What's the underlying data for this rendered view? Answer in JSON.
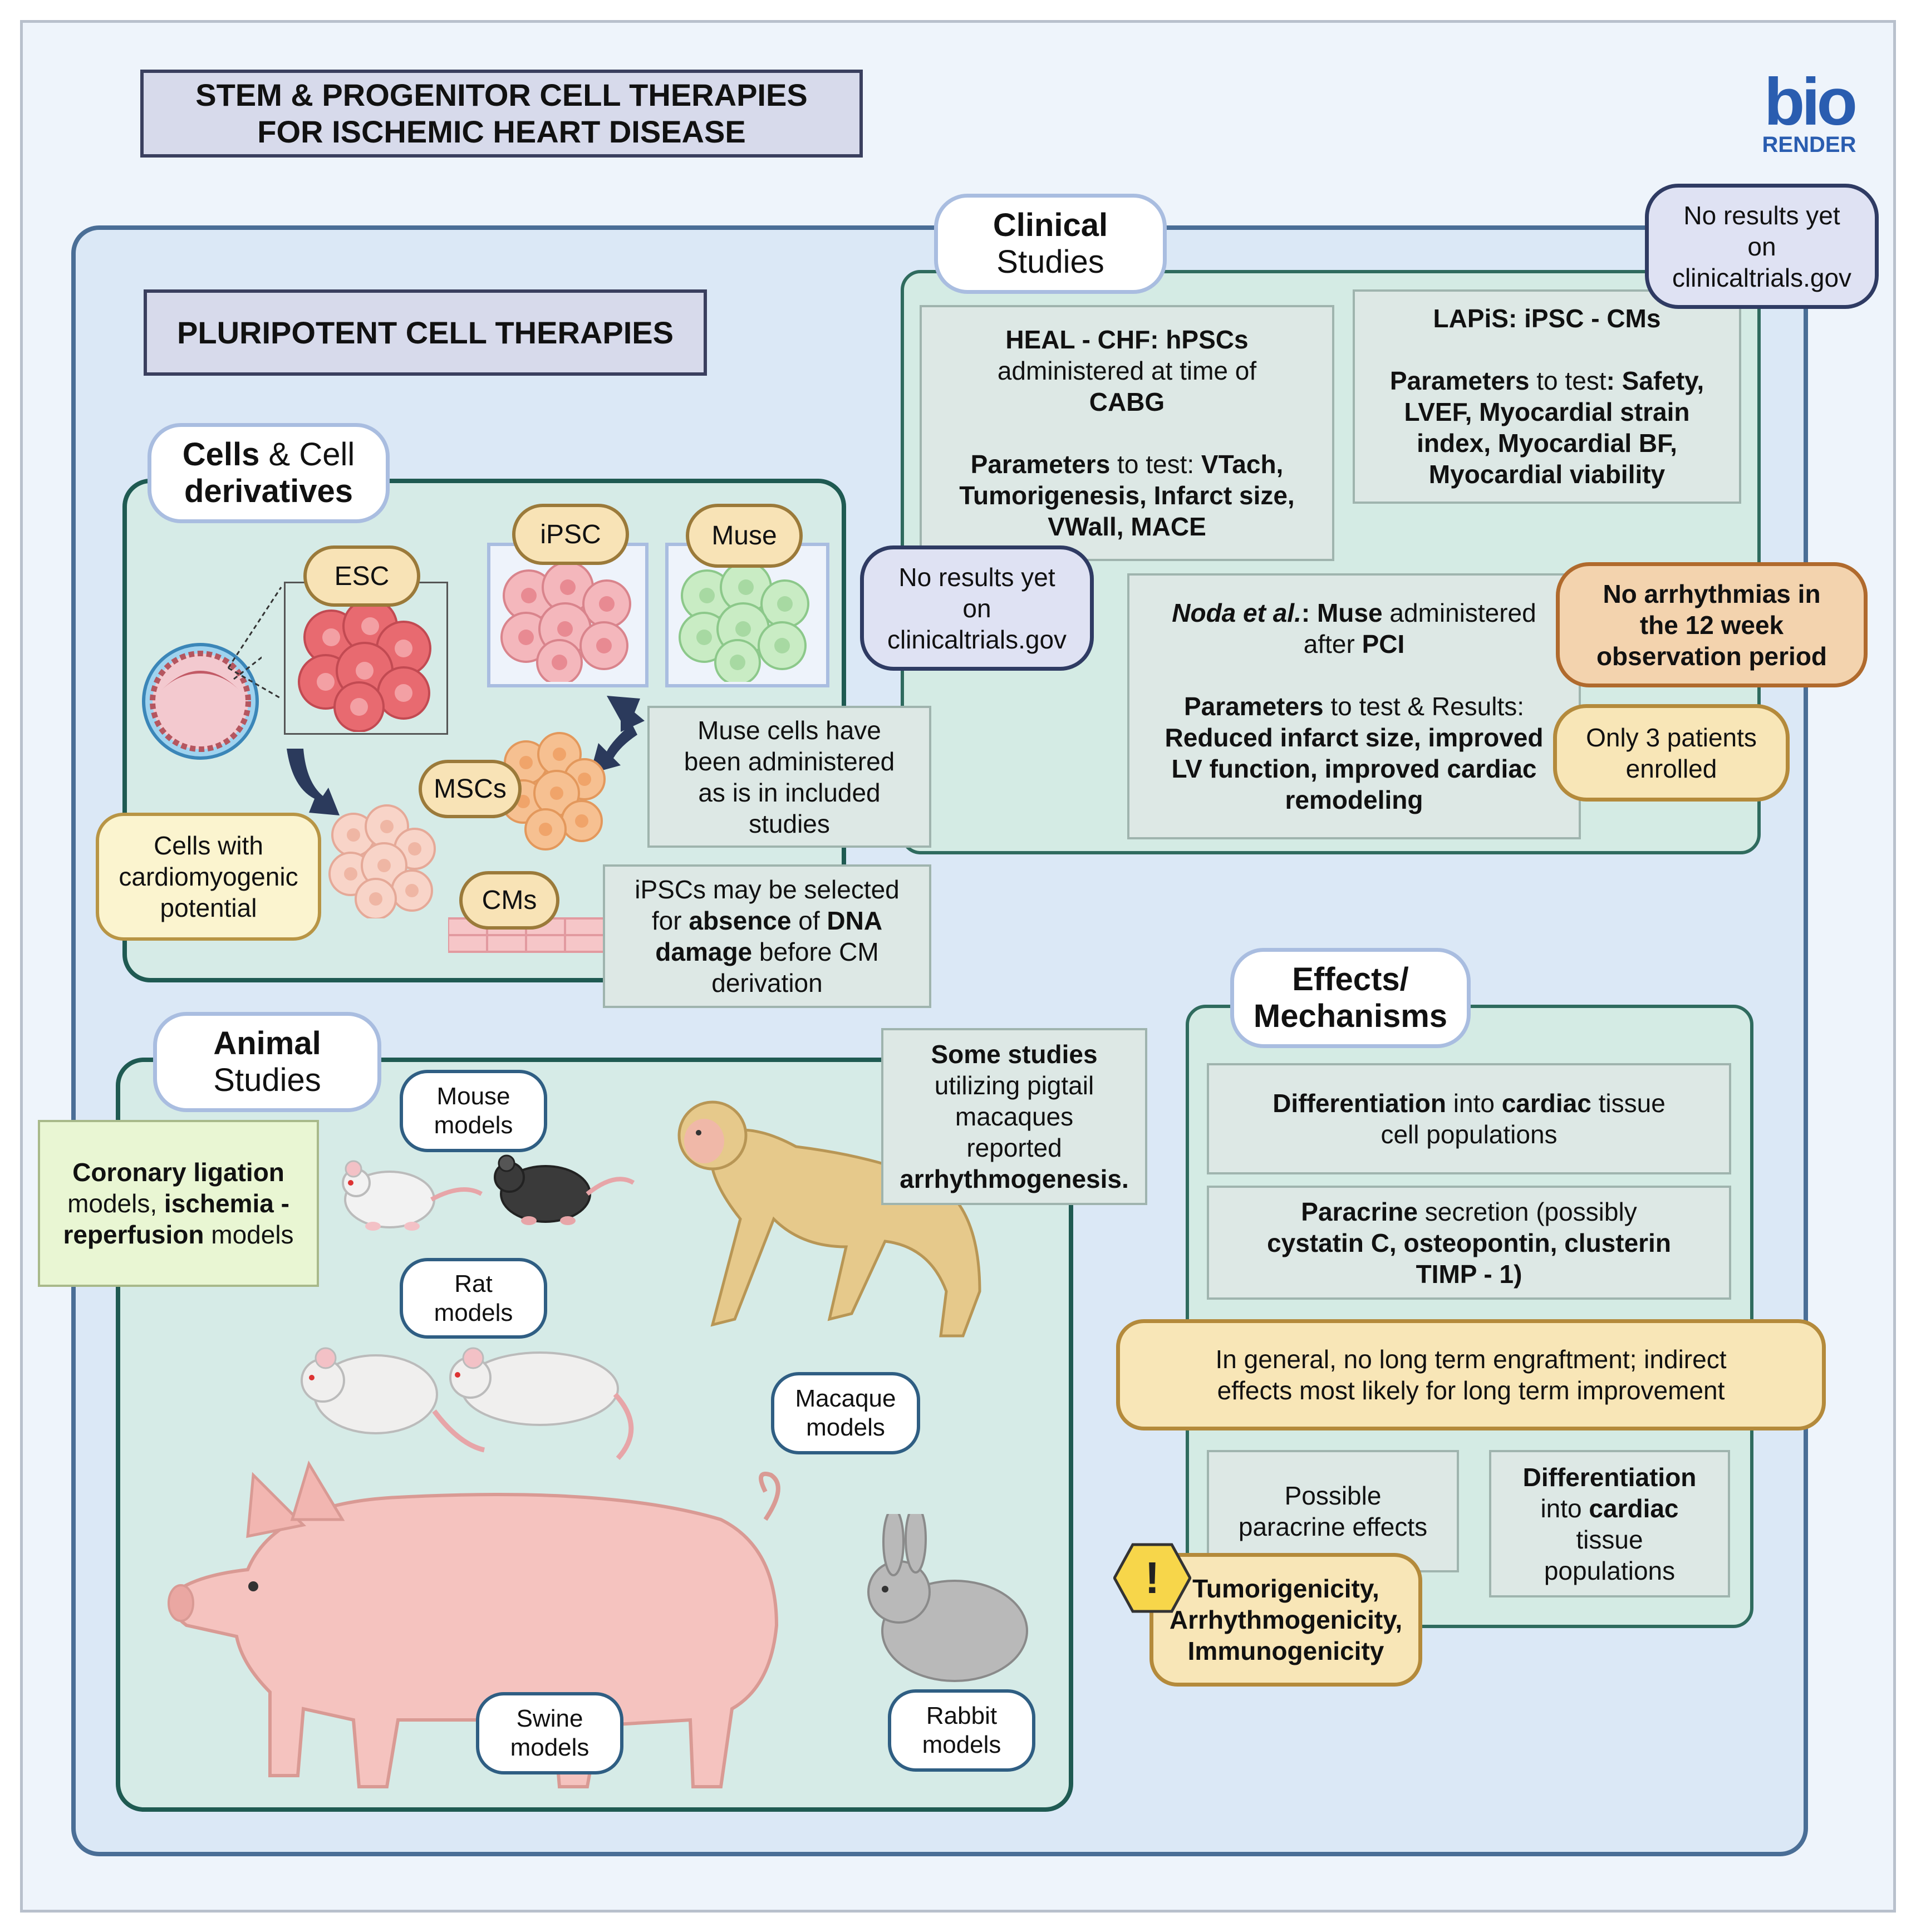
{
  "title": {
    "line1": "STEM & PROGENITOR CELL THERAPIES",
    "line2": "FOR ISCHEMIC HEART DISEASE"
  },
  "logo": {
    "mark": "bio",
    "word": "RENDER"
  },
  "pluripotent_title": "PLURIPOTENT CELL THERAPIES",
  "clinical_tab": {
    "line1": "Clinical",
    "line2": "Studies"
  },
  "no_results_1": {
    "l1": "No results yet",
    "l2": "on",
    "l3": "clinicaltrials.gov"
  },
  "no_results_2": {
    "l1": "No results yet",
    "l2": "on",
    "l3": "clinicaltrials.gov"
  },
  "heal": {
    "title": "HEAL - CHF: hPSCs",
    "l2": "administered at time of",
    "l3": "CABG",
    "p_b": "Parameters",
    "p_t": " to test: ",
    "p_v": "VTach,",
    "l5": "Tumorigenesis, Infarct size,",
    "l6": "VWall, MACE"
  },
  "lapis": {
    "title": "LAPiS: iPSC - CMs",
    "p_b": "Parameters",
    "p_t": " to test",
    "p_v": ": Safety,",
    "l3": "LVEF, Myocardial strain",
    "l4": "index, Myocardial BF,",
    "l5": "Myocardial viability"
  },
  "noda": {
    "author": "Noda et al.",
    "colon": ": ",
    "muse": "Muse",
    "l1_rest": " administered",
    "l2a": "after ",
    "l2b": "PCI",
    "p_b": "Parameters",
    "p_t": " to test & Results:",
    "r1": "Reduced infarct size, improved",
    "r2": "LV function, improved cardiac",
    "r3": "remodeling"
  },
  "no_arrhythmias": {
    "l1": "No arrhythmias in",
    "l2": "the 12 week",
    "l3": "observation period"
  },
  "only_3": {
    "l1": "Only 3 patients",
    "l2": "enrolled"
  },
  "cells_tab": {
    "b1": "Cells",
    "t1": " & Cell",
    "b2": "derivatives"
  },
  "cell_labels": {
    "esc": "ESC",
    "ipsc": "iPSC",
    "muse": "Muse",
    "mscs": "MSCs",
    "cms": "CMs"
  },
  "muse_note": {
    "l1": "Muse cells have",
    "l2": "been administered",
    "l3": "as is in included",
    "l4": "studies"
  },
  "ipsc_note": {
    "l1": "iPSCs may be selected",
    "l2a": "for ",
    "l2b": "absence",
    "l2c": " of ",
    "l2d": "DNA",
    "l3a": "damage",
    "l3b": " before CM",
    "l4": "derivation"
  },
  "cardio_note": {
    "l1": "Cells with",
    "l2": "cardiomyogenic",
    "l3": "potential"
  },
  "animal_tab": {
    "line1": "Animal",
    "line2": "Studies"
  },
  "coronary": {
    "b1": "Coronary ligation",
    "t2": "models, ",
    "b2": "ischemia -",
    "b3": "reperfusion",
    "t3": " models"
  },
  "macaque_note": {
    "b1": "Some studies",
    "l2": "utilizing pigtail",
    "l3": "macaques",
    "l4": "reported",
    "b5": "arrhythmogenesis."
  },
  "models": {
    "mouse": [
      "Mouse",
      "models"
    ],
    "rat": [
      "Rat",
      "models"
    ],
    "macaque": [
      "Macaque",
      "models"
    ],
    "swine": [
      "Swine",
      "models"
    ],
    "rabbit": [
      "Rabbit",
      "models"
    ]
  },
  "effects_tab": {
    "line1": "Effects/",
    "line2": "Mechanisms"
  },
  "eff1": {
    "b1": "Differentiation",
    "t1": " into ",
    "b2": "cardiac",
    "t2": " tissue",
    "l2": "cell populations"
  },
  "eff2": {
    "b1": "Paracrine",
    "t1": " secretion (possibly",
    "b2": "cystatin C, osteopontin, clusterin",
    "b3": "TIMP - 1)"
  },
  "engraftment": {
    "l1": "In general, no long term engraftment; indirect",
    "l2": "effects most likely for long term improvement"
  },
  "possible": {
    "l1": "Possible",
    "l2": "paracrine effects"
  },
  "diff_card": {
    "b1": "Differentiation",
    "t2": "into ",
    "b2": "cardiac",
    "l3": "tissue",
    "l4": "populations"
  },
  "warning": {
    "symbol": "!",
    "l1": "Tumorigenicity,",
    "l2": "Arrhythmogenicity,",
    "l3": "Immunogenicity"
  },
  "colors": {
    "navy": "#2f3b63",
    "teal": "#1f5a52",
    "tan": "#b48a3b",
    "brand": "#2a5db0"
  }
}
